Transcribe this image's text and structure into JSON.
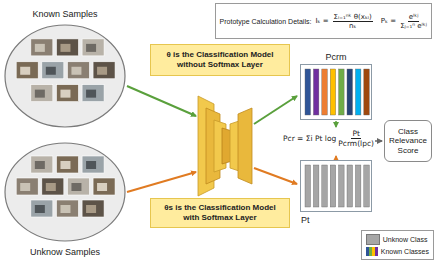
{
  "diagram": {
    "nodes": [
      {
        "text": [
          "Known Samples"
        ]
      },
      {
        "text": [
          "Prototype Calculation Details:",
          "Iₖ =",
          "Σᵢ₌₁ⁿᵏ θ(xₖᵢ)",
          "nₖ",
          "Pₖ =",
          "eˡᵏʲ",
          "Σⱼ₌₁ⁿ eˡᵏʲ"
        ]
      },
      {
        "text": [
          "θ is the Classification Model without Softmax Layer"
        ]
      },
      {
        "text": [
          "Pcrm"
        ]
      },
      {
        "text": [
          "Class Relevance Score"
        ]
      },
      {
        "text": [
          "θs is the Classification Model with Softmax Layer"
        ]
      },
      {
        "text": [
          "Pt"
        ]
      },
      {
        "text": [
          "Unknow Samples"
        ]
      }
    ],
    "labels": [
      "Pcr = Σi Pt log",
      "Pt",
      "Pcrm(lpc)"
    ],
    "legend": [
      {
        "text": "Unknow Class",
        "color": "#a6a6a6"
      },
      {
        "text": "Known Classes"
      }
    ]
  }
}
